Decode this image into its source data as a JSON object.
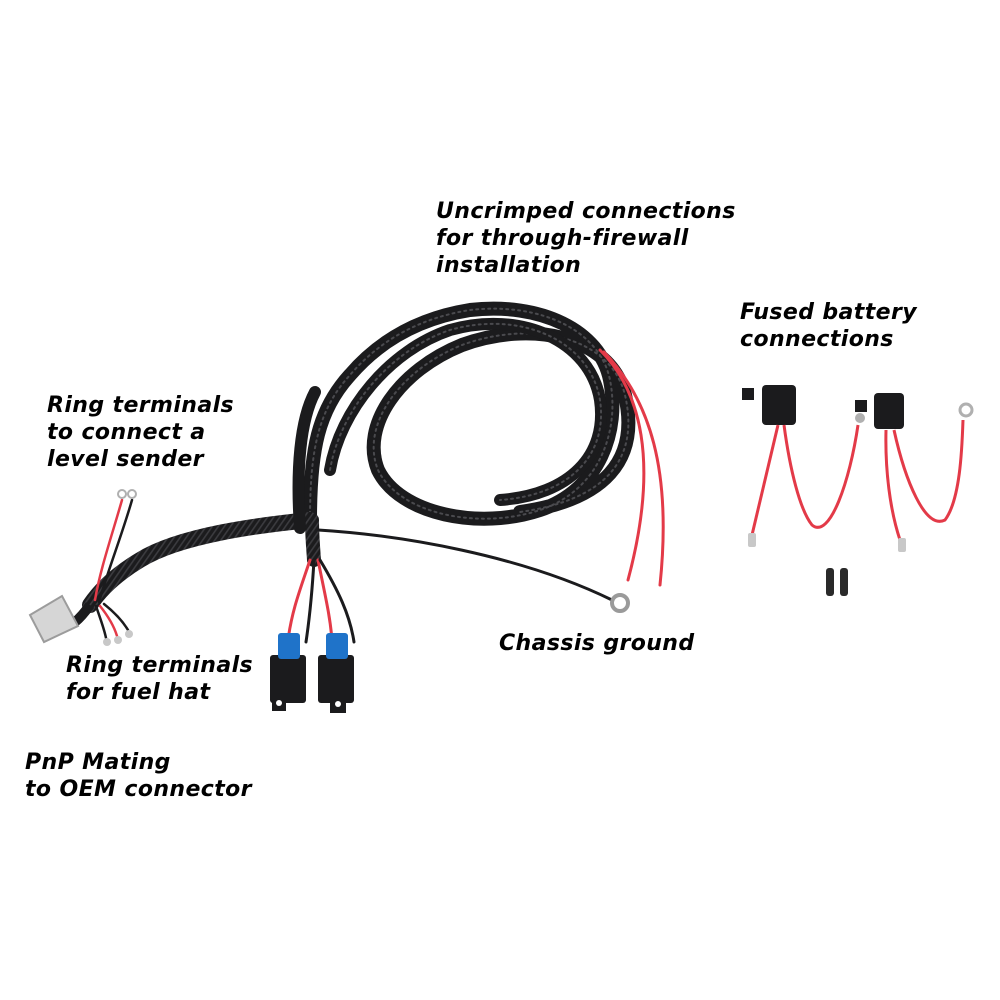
{
  "colors": {
    "background": "#ffffff",
    "loom": "#1b1b1d",
    "red_wire": "#e33a48",
    "relay_blue": "#1f73c9",
    "label_text": "#000000",
    "tin": "#c8c8c8"
  },
  "callouts": {
    "uncrimped": [
      "Uncrimped connections",
      "for through-firewall",
      "installation"
    ],
    "fused_battery": [
      "Fused battery",
      "connections"
    ],
    "ring_level": [
      "Ring terminals",
      "to connect a",
      "level sender"
    ],
    "chassis_ground": [
      "Chassis ground"
    ],
    "ring_fuel": [
      "Ring terminals",
      "for fuel hat"
    ],
    "pnp": [
      "PnP Mating",
      "to OEM connector"
    ]
  }
}
